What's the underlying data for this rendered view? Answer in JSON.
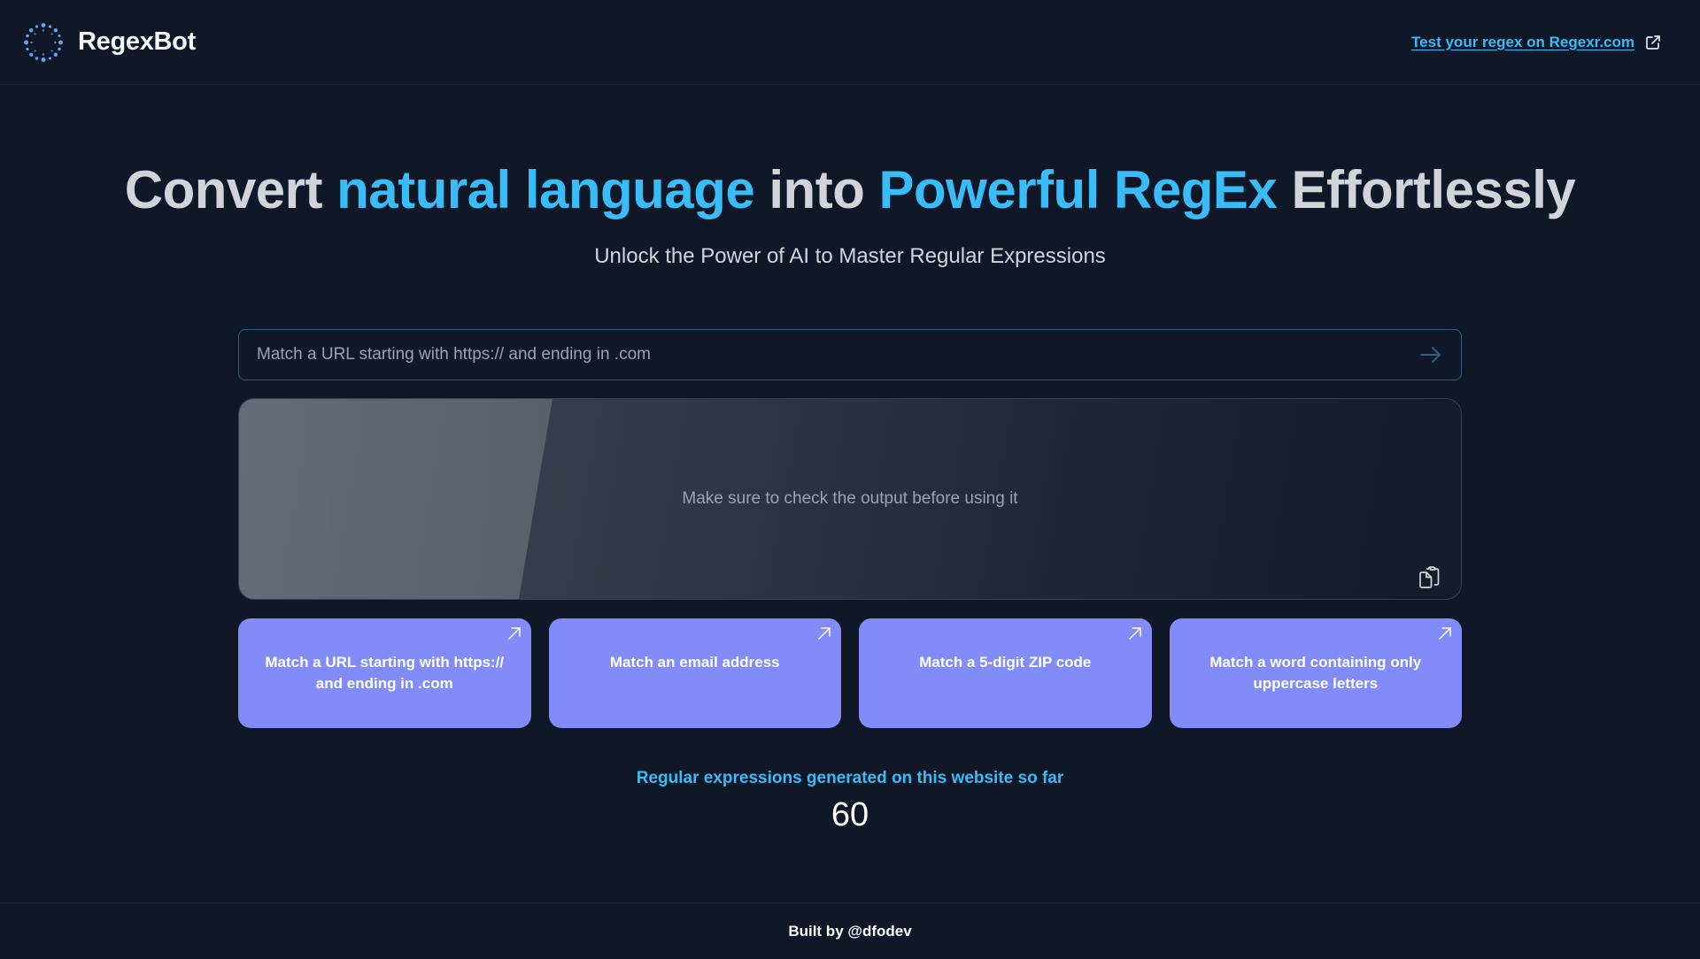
{
  "header": {
    "brand_name": "RegexBot",
    "external_link_label": "Test your regex on Regexr.com"
  },
  "hero": {
    "title_parts": {
      "p1": "Convert ",
      "p2": "natural language",
      "p3": " into ",
      "p4": "Powerful RegEx",
      "p5": " Effortlessly"
    },
    "subtitle": "Unlock the Power of AI to Master Regular Expressions"
  },
  "prompt": {
    "placeholder": "Match a URL starting with https:// and ending in .com",
    "value": ""
  },
  "output": {
    "placeholder_text": "Make sure to check the output before using it"
  },
  "examples": [
    {
      "label": "Match a URL starting with https:// and ending in .com"
    },
    {
      "label": "Match an email address"
    },
    {
      "label": "Match a 5-digit ZIP code"
    },
    {
      "label": "Match a word containing only uppercase letters"
    }
  ],
  "counter": {
    "label": "Regular expressions generated on this website so far",
    "value": "60"
  },
  "footer": {
    "text": "Built by @dfodev"
  },
  "icons": {
    "logo": "dotted-ring-logo-icon",
    "external": "external-link-icon",
    "submit": "arrow-right-icon",
    "copy": "clipboard-copy-icon",
    "card": "arrow-up-right-icon"
  },
  "colors": {
    "background": "#101727",
    "accent": "#38bdf8",
    "card": "#818cf8",
    "input_border": "#2b5f86"
  }
}
